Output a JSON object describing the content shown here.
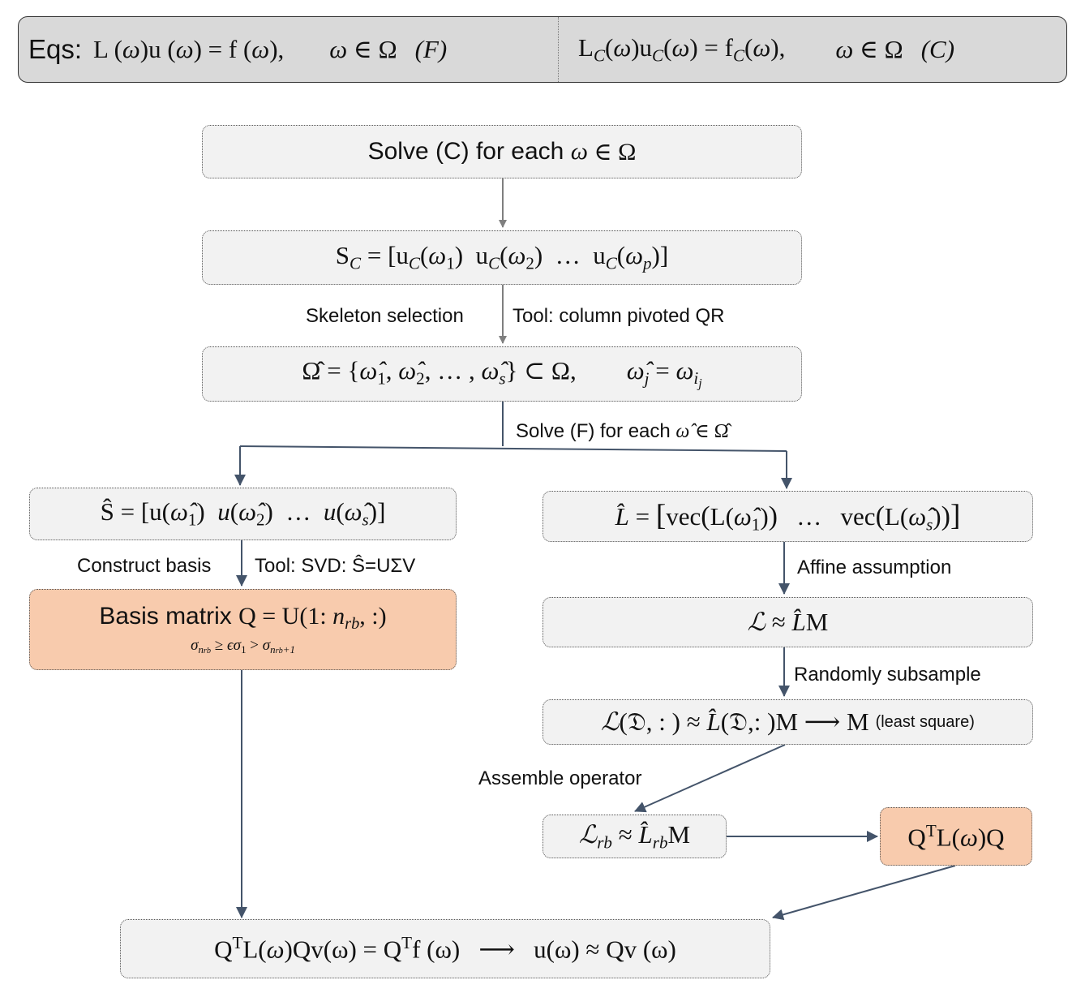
{
  "header": {
    "label": "Eqs:",
    "fine_equation": "L (ω)u (ω) = f (ω),",
    "fine_domain": "ω ∈ Ω",
    "fine_tag": "(F)",
    "coarse_equation": "L_C(ω)u_C(ω) = f_C(ω),",
    "coarse_domain": "ω ∈ Ω",
    "coarse_tag": "(C)"
  },
  "nodes": {
    "solve_coarse": "Solve (C) for each ω ∈ Ω",
    "snapshot_coarse": "S_C = [u_C(ω_1)  u_C(ω_2)  …  u_C(ω_p)]",
    "skeleton_set": "Ω̂ = {ω̂_1, ω̂_2, … , ω̂_s} ⊂ Ω,      ω̂_j = ω_{i_j}",
    "snapshot_fine": "Ŝ = [u(ω̂_1)  u(ω̂_2)  …  u(ω̂_s)]",
    "basis_title": "Basis matrix Q = U(1: n_rb, :)",
    "basis_condition": "σ_{n_rb} ≥ ϵσ_1 > σ_{n_rb+1}",
    "operator_matrix": "L̂ = [vec(L(ω̂_1))   …   vec(L(ω̂_s))]",
    "affine_relation": "ℒ ≈ L̂M",
    "least_square": "ℒ(𝔇, : ) ≈ L̂(𝔇,: )M ⟶ M",
    "least_square_note": "(least square)",
    "reduced_operator": "ℒ_rb ≈ L̂_rb M",
    "projected_operator": "Q^T L(ω)Q",
    "final_system": "Q^T L(ω)Qv(ω) = Q^T f (ω)   ⟶   u(ω) ≈ Qv (ω)"
  },
  "edges": {
    "skeleton_selection": "Skeleton selection",
    "tool_qr": "Tool: column pivoted QR",
    "solve_fine": "Solve (F) for each ω̂ ∈ Ω̂",
    "construct_basis": "Construct basis",
    "tool_svd": "Tool: SVD:  Ŝ=UΣV",
    "affine_assumption": "Affine assumption",
    "randomly_subsample": "Randomly subsample",
    "assemble_operator": "Assemble operator"
  },
  "colors": {
    "box_fill": "#f2f2f2",
    "highlight_fill": "#f8cbad",
    "header_fill": "#d9d9d9",
    "arrow_gray": "#7f7f7f",
    "arrow_navy": "#44546a"
  }
}
